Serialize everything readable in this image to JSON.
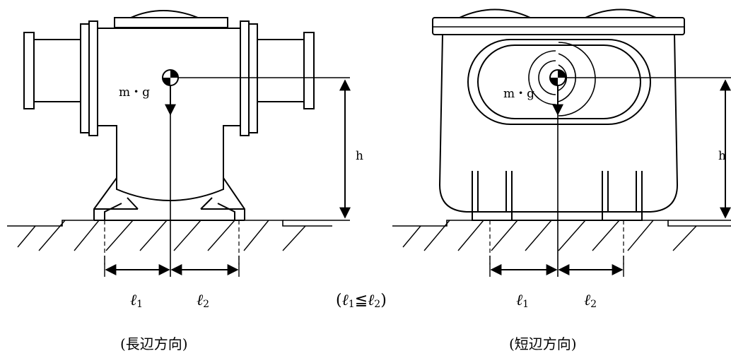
{
  "left_view": {
    "mass_label": "m・g",
    "height_label": "h",
    "dim1_var": "ℓ",
    "dim1_sub": "1",
    "dim2_var": "ℓ",
    "dim2_sub": "2",
    "caption": "(長辺方向)"
  },
  "right_view": {
    "mass_label": "m・g",
    "height_label": "h",
    "dim1_var": "ℓ",
    "dim1_sub": "1",
    "dim2_var": "ℓ",
    "dim2_sub": "2",
    "caption": "(短辺方向)"
  },
  "condition": {
    "open": "(",
    "var1": "ℓ",
    "sub1": "1",
    "relation": "≦",
    "var2": "ℓ",
    "sub2": "2",
    "close": ")"
  },
  "colors": {
    "stroke": "#000000",
    "background": "#ffffff"
  }
}
